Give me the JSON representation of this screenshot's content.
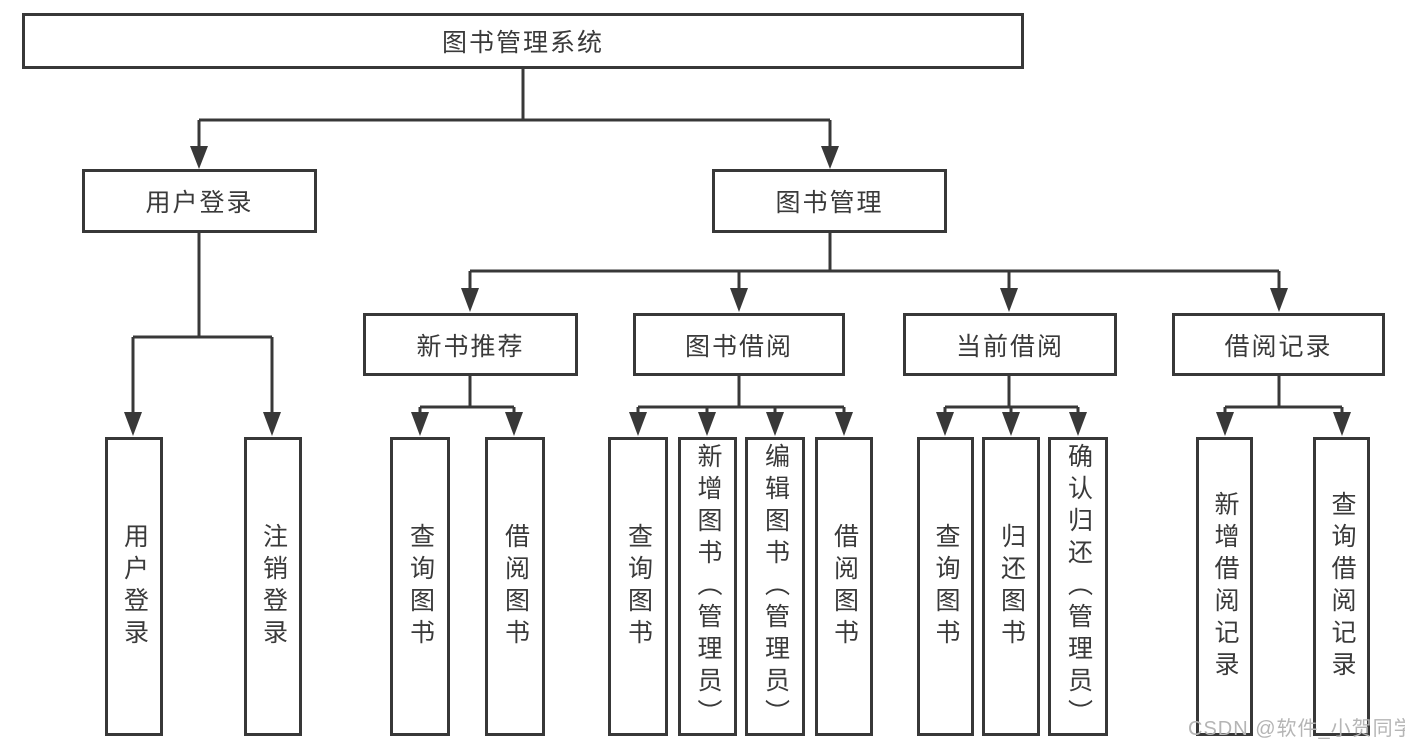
{
  "diagram_title": "图书管理系统",
  "nodes": {
    "root": "图书管理系统",
    "user_login": "用户登录",
    "book_mgmt": "图书管理",
    "new_books": "新书推荐",
    "book_borrow": "图书借阅",
    "current_borrow": "当前借阅",
    "borrow_records": "借阅记录"
  },
  "leaves": {
    "login": "用户登录",
    "logout": "注销登录",
    "nb_query": "查询图书",
    "nb_borrow": "借阅图书",
    "bb_query": "查询图书",
    "bb_add": "新增图书（管理员）",
    "bb_edit": "编辑图书（管理员）",
    "bb_borrow": "借阅图书",
    "cb_query": "查询图书",
    "cb_return": "归还图书",
    "cb_confirm": "确认归还（管理员）",
    "br_add": "新增借阅记录",
    "br_query": "查询借阅记录"
  },
  "hierarchy": {
    "图书管理系统": {
      "用户登录": [
        "用户登录",
        "注销登录"
      ],
      "图书管理": {
        "新书推荐": [
          "查询图书",
          "借阅图书"
        ],
        "图书借阅": [
          "查询图书",
          "新增图书（管理员）",
          "编辑图书（管理员）",
          "借阅图书"
        ],
        "当前借阅": [
          "查询图书",
          "归还图书",
          "确认归还（管理员）"
        ],
        "借阅记录": [
          "新增借阅记录",
          "查询借阅记录"
        ]
      }
    }
  },
  "watermark": "CSDN @软件_小贺同学",
  "colors": {
    "line": "#383838",
    "text": "#3a3a3a",
    "watermark": "#b5b5b5",
    "background": "#ffffff"
  }
}
